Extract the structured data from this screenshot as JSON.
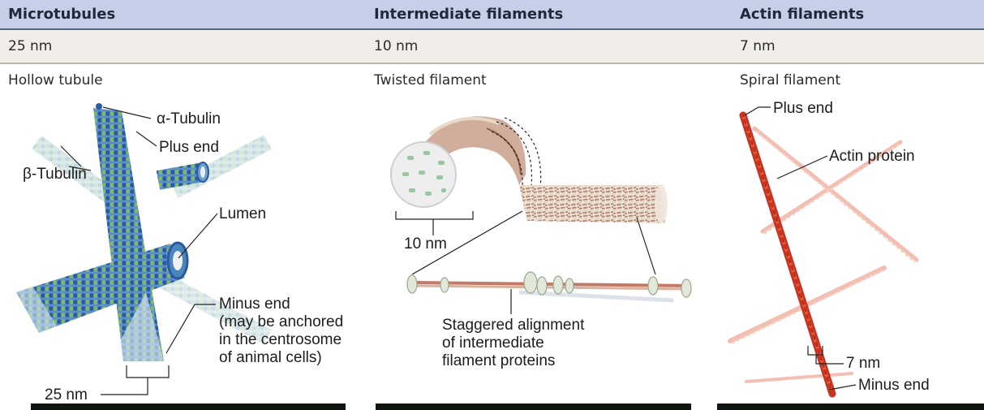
{
  "columns": [
    {
      "header": "Microtubules",
      "diameter": "25 nm",
      "shape": "Hollow tubule"
    },
    {
      "header": "Intermediate filaments",
      "diameter": "10 nm",
      "shape": "Twisted filament"
    },
    {
      "header": "Actin filaments",
      "diameter": "7 nm",
      "shape": "Spiral filament"
    }
  ],
  "microtubule_labels": {
    "alpha_tubulin": "α-Tubulin",
    "plus_end": "Plus end",
    "beta_tubulin": "β-Tubulin",
    "lumen": "Lumen",
    "minus_end_lines": [
      "Minus end",
      "(may be anchored",
      "in the centrosome",
      "of animal cells)"
    ],
    "scale": "25 nm"
  },
  "intermediate_labels": {
    "scale": "10 nm",
    "staggered_lines": [
      "Staggered alignment",
      "of intermediate",
      "filament proteins"
    ]
  },
  "actin_labels": {
    "plus_end": "Plus end",
    "actin_protein": "Actin protein",
    "scale": "7 nm",
    "minus_end": "Minus end"
  },
  "colors": {
    "header_bg": "#c5cfe8",
    "row_bg": "#f1eeea",
    "tubulin_blue": "#2f5ea8",
    "tubulin_green": "#7fb36a",
    "actin_red": "#c8321e"
  }
}
